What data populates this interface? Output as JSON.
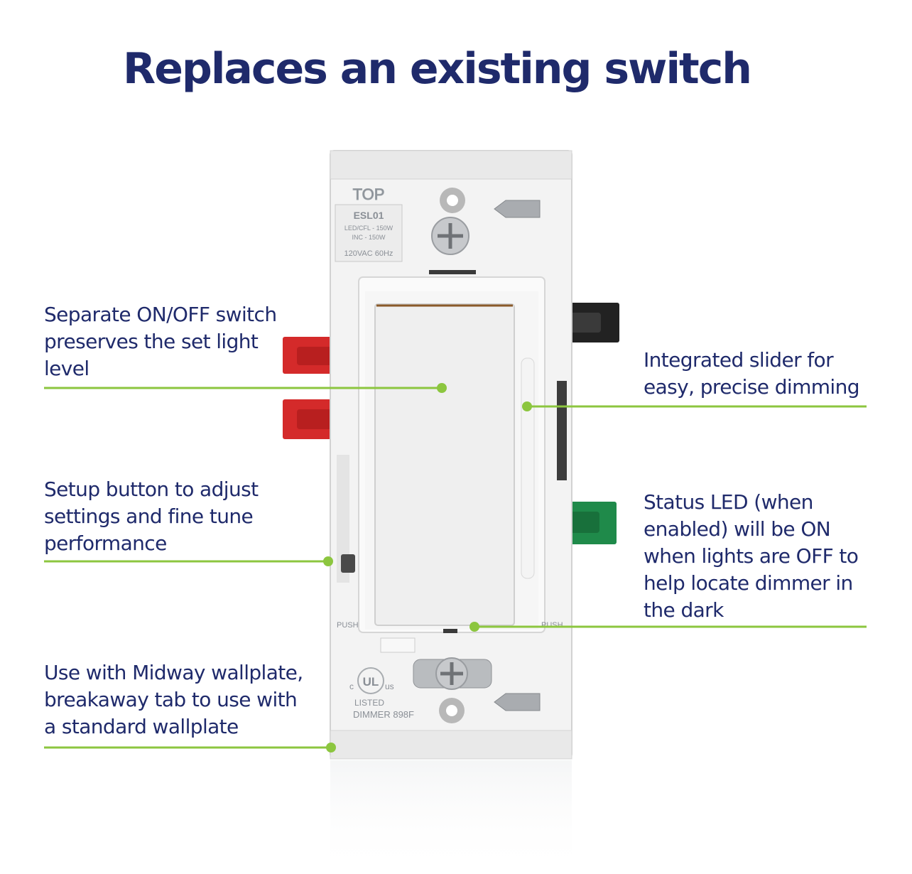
{
  "title": "Replaces an existing switch",
  "colors": {
    "title": "#1f2a6b",
    "callout_text": "#1f2a6b",
    "leader_line": "#8cc63f",
    "terminal_red": "#d42a2a",
    "terminal_black": "#222222",
    "terminal_green": "#1f8a4a"
  },
  "device": {
    "top_label": "TOP",
    "model": "ESL01",
    "rating_led": "LED/CFL - 150W",
    "rating_inc": "INC - 150W",
    "voltage": "120VAC 60Hz",
    "push_left": "PUSH",
    "push_right": "PUSH",
    "ul_c": "c",
    "ul_mark": "UL",
    "ul_us": "us",
    "listed": "LISTED",
    "dimmer_code": "DIMMER 898F"
  },
  "callouts": {
    "on_off": [
      "Separate ON/OFF switch",
      "preserves the set light",
      "level"
    ],
    "setup": [
      "Setup button to adjust",
      "settings and fine tune",
      "performance"
    ],
    "wallplate": [
      "Use with Midway wallplate,",
      "breakaway tab to use with",
      "a standard wallplate"
    ],
    "slider": [
      "Integrated slider for",
      "easy, precise dimming"
    ],
    "status_led": [
      "Status LED (when",
      "enabled) will be ON",
      "when lights are OFF to",
      "help locate dimmer in",
      "the dark"
    ]
  }
}
